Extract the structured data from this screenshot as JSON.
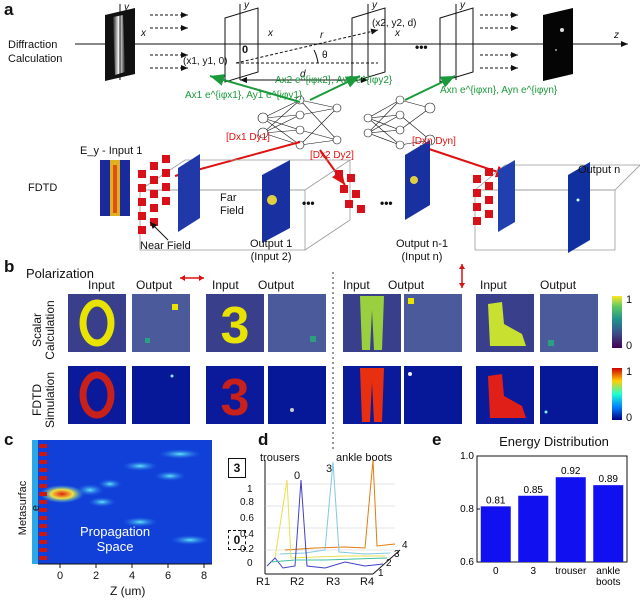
{
  "panel_a": {
    "label": "a",
    "diffraction_label": "Diffraction\nCalculation",
    "fdtd_label": "FDTD",
    "input_label": "E_y - Input 1",
    "near_field": "Near Field",
    "far_field": "Far\nField",
    "output1": "Output 1\n(Input 2)",
    "output_n1": "Output n-1\n(Input n)",
    "output_n": "Output n",
    "coord_src": "(x1, y1, 0)",
    "coord_dst": "(x2, y2, d)",
    "r_label": "r",
    "d_label": "d",
    "theta_label": "θ",
    "zero_label": "0",
    "axis_x": "x",
    "axis_y": "y",
    "axis_z": "z",
    "ellipsis": "•••",
    "green_left": "Ax1 e^{iφx1}, Ay1 e^{iφy1}",
    "green_mid": "Ax2 e^{iφx2}, Ay2 e^{iφy2}",
    "green_right": "Axn e^{iφxn}, Ayn e^{iφyn}",
    "red_d1": "[Dx1 Dy1]",
    "red_d2": "[Dx2 Dy2]",
    "red_dn": "[Dxn Dyn]"
  },
  "panel_b": {
    "label": "b",
    "polarization": "Polarization",
    "headers": [
      "Input",
      "Output",
      "Input",
      "Output",
      "Input",
      "Output"
    ],
    "row1": "Scalar\nCalculation",
    "row2": "FDTD\nSimulation",
    "cbar1_ticks": [
      "1",
      "0"
    ],
    "cbar2_ticks": [
      "1",
      "0"
    ]
  },
  "panel_c": {
    "label": "c",
    "metasurface": "Metasurfac\ne",
    "propagation": "Propagation\nSpace",
    "box3": "3",
    "box0": "0",
    "xlabel": "Z (um)",
    "xticks": [
      "0",
      "2",
      "4",
      "6",
      "8"
    ]
  },
  "panel_d": {
    "label": "d",
    "trousers": "trousers",
    "ankle_boots": "ankle boots",
    "zero": "0",
    "three": "3",
    "yticks": [
      "1",
      "0.8",
      "0.6",
      "0.4",
      "0.2",
      "0"
    ],
    "xticks": [
      "R1",
      "R2",
      "R3",
      "R4"
    ],
    "zticks": [
      "1",
      "2",
      "3",
      "4"
    ]
  },
  "chart_data": {
    "type": "bar",
    "title": "Energy Distribution",
    "categories": [
      "0",
      "3",
      "trouser",
      "ankle\nboots"
    ],
    "values": [
      0.81,
      0.85,
      0.92,
      0.89
    ],
    "value_labels": [
      "0.81",
      "0.85",
      "0.92",
      "0.89"
    ],
    "ylim": [
      0.6,
      1.0
    ],
    "yticks": [
      "1.0",
      "0.8",
      "0.6"
    ],
    "bar_color": "#1010f0",
    "panel_label": "e"
  }
}
